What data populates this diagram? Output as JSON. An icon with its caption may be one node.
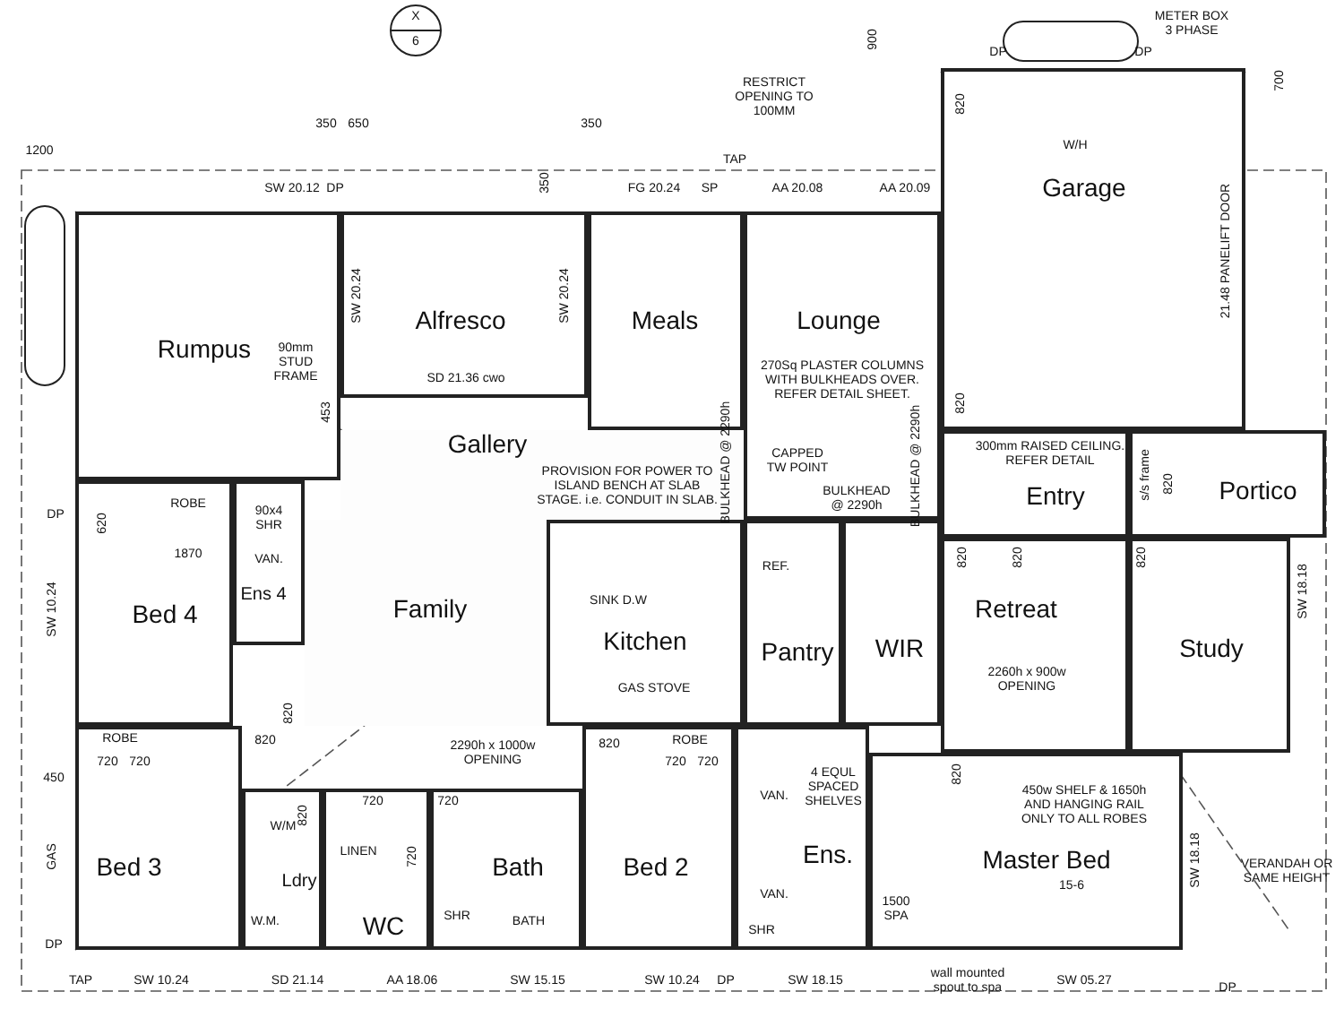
{
  "diagram": {
    "nodes": [
      {
        "text": [
          "Rumpus"
        ]
      },
      {
        "text": [
          "Alfresco"
        ]
      },
      {
        "text": [
          "Meals"
        ]
      },
      {
        "text": [
          "Lounge"
        ]
      },
      {
        "text": [
          "Garage"
        ]
      },
      {
        "text": [
          "Gallery"
        ]
      },
      {
        "text": [
          "Family"
        ]
      },
      {
        "text": [
          "Kitchen"
        ]
      },
      {
        "text": [
          "Bed 4"
        ]
      },
      {
        "text": [
          "Ens 4"
        ]
      },
      {
        "text": [
          "Pantry"
        ]
      },
      {
        "text": [
          "WIR"
        ]
      },
      {
        "text": [
          "Entry"
        ]
      },
      {
        "text": [
          "Portico"
        ]
      },
      {
        "text": [
          "Retreat"
        ]
      },
      {
        "text": [
          "Study"
        ]
      },
      {
        "text": [
          "Bed 3"
        ]
      },
      {
        "text": [
          "Ldry"
        ]
      },
      {
        "text": [
          "WC"
        ]
      },
      {
        "text": [
          "Bath"
        ]
      },
      {
        "text": [
          "Bed 2"
        ]
      },
      {
        "text": [
          "Ens."
        ]
      },
      {
        "text": [
          "Master Bed"
        ]
      }
    ],
    "labels": [
      "X",
      "6",
      "350",
      "650",
      "350",
      "RESTRICT OPENING TO 100MM",
      "900",
      "METER BOX 3 PHASE",
      "1200",
      "SW 20.12",
      "DP",
      "TAP",
      "FG 20.24",
      "SP",
      "AA 20.08",
      "DP",
      "DP",
      "700",
      "AA 20.09",
      "350",
      "W/H",
      "820",
      "SW 20.24",
      "SW 20.24",
      "90mm STUD FRAME",
      "453",
      "21.48 PANELIFT DOOR",
      "SD 21.36 cwo",
      "270Sq PLASTER COLUMNS WITH BULKHEADS OVER. REFER DETAIL SHEET.",
      "820",
      "PROVISION FOR POWER TO ISLAND BENCH AT SLAB STAGE. i.e. CONDUIT IN SLAB.",
      "BULKHEAD @ 2290h",
      "CAPPED TW POINT",
      "BULKHEAD @ 2290h",
      "BULKHEAD @ 2290h",
      "300mm RAISED CEILING. REFER DETAIL",
      "s/s frame",
      "820",
      "620",
      "ROBE",
      "90x4 SHR",
      "DP",
      "1870",
      "VAN.",
      "SW 10.24",
      "REF.",
      "SINK D.W",
      "820",
      "820",
      "820",
      "2260h x 900w OPENING",
      "GAS STOVE",
      "820",
      "ROBE",
      "820",
      "720",
      "720",
      "2290h x 1000w OPENING",
      "820",
      "ROBE",
      "720",
      "720",
      "820",
      "450",
      "4 EQUL SPACED SHELVES",
      "450w SHELF & 1650h AND HANGING RAIL ONLY TO ALL ROBES",
      "820",
      "720",
      "720",
      "VAN.",
      "LINEN",
      "GAS",
      "720",
      "VAN.",
      "W/M",
      "SW 18.18",
      "SW 18.18",
      "VERANDAH OR SAME HEIGHT",
      "15-6",
      "W.M.",
      "SHR",
      "SHR",
      "BATH",
      "1500 SPA",
      "DP",
      "TAP",
      "SW 10.24",
      "SD 21.14",
      "AA 18.06",
      "SW 15.15",
      "SW 10.24",
      "DP",
      "SW 18.15",
      "wall mounted spout to spa",
      "SW 05.27",
      "DP"
    ]
  }
}
